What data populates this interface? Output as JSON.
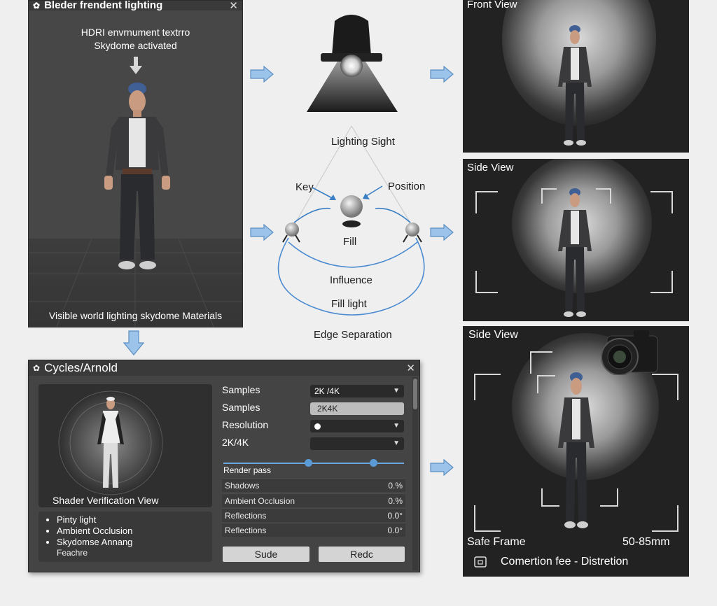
{
  "top_panel": {
    "title": "Bleder frendent lighting",
    "note_line1": "HDRI envrnument textrro",
    "note_line2": "Skydome activated",
    "caption": "Visible world lighting skydome Materials"
  },
  "diagram": {
    "lighting_label": "Lighting Sight",
    "key_label": "Key",
    "position_label": "Position",
    "fill_label": "Fill",
    "influence_label": "Influence",
    "fill_light_label": "Fill light",
    "edge_label": "Edge Separation"
  },
  "views": {
    "front_title": "Front View",
    "side_title": "Side View",
    "side2_title": "Side View",
    "safe_frame": "Safe Frame",
    "lens": "50-85mm",
    "footer": "Comertion fee - Distretion"
  },
  "render_panel": {
    "title": "Cycles/Arnold",
    "preview_caption": "Shader Verification View",
    "bullets": [
      "Pinty light",
      "Ambient Occlusion",
      "Skydomse Annang"
    ],
    "bullet_sub": "Feachre",
    "props": [
      {
        "label": "Samples",
        "value": "2K /4K",
        "type": "select"
      },
      {
        "label": "Samples",
        "value": "2K4K",
        "type": "text"
      },
      {
        "label": "Resolution",
        "value": "",
        "type": "select-dot"
      },
      {
        "label": "2K/4K",
        "value": "",
        "type": "select"
      }
    ],
    "slider": {
      "handle1": 0.47,
      "handle2": 0.83
    },
    "render_pass_label": "Render pass",
    "rows": [
      {
        "label": "Shadows",
        "value": "0.%"
      },
      {
        "label": "Ambient Occlusion",
        "value": "0.%"
      },
      {
        "label": "Reflections",
        "value": "0.0°"
      },
      {
        "label": "Reflections",
        "value": "0.0°"
      }
    ],
    "button_left": "Sude",
    "button_right": "Redc"
  }
}
